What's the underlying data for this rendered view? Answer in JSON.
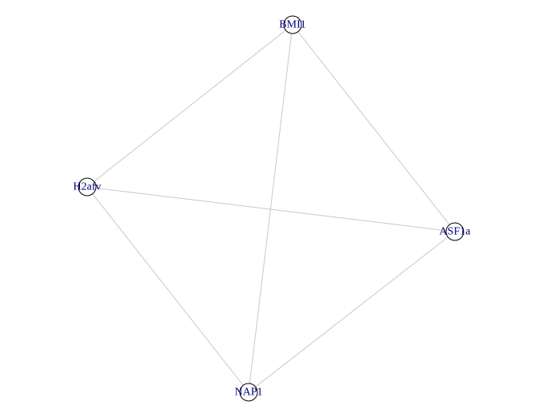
{
  "graph": {
    "nodes": [
      {
        "id": "bmi1",
        "label": "BMI1"
      },
      {
        "id": "h2afv",
        "label": "H2afv"
      },
      {
        "id": "asf1a",
        "label": "ASF1a"
      },
      {
        "id": "nap1",
        "label": "NAP1"
      }
    ],
    "edges": [
      {
        "source": "bmi1",
        "target": "h2afv"
      },
      {
        "source": "bmi1",
        "target": "asf1a"
      },
      {
        "source": "bmi1",
        "target": "nap1"
      },
      {
        "source": "h2afv",
        "target": "asf1a"
      },
      {
        "source": "h2afv",
        "target": "nap1"
      },
      {
        "source": "asf1a",
        "target": "nap1"
      }
    ],
    "colors": {
      "edge": "#c8c8c8",
      "node_stroke": "#000000",
      "node_fill": "#ffffff",
      "label": "#000080",
      "background": "#ffffff"
    }
  }
}
